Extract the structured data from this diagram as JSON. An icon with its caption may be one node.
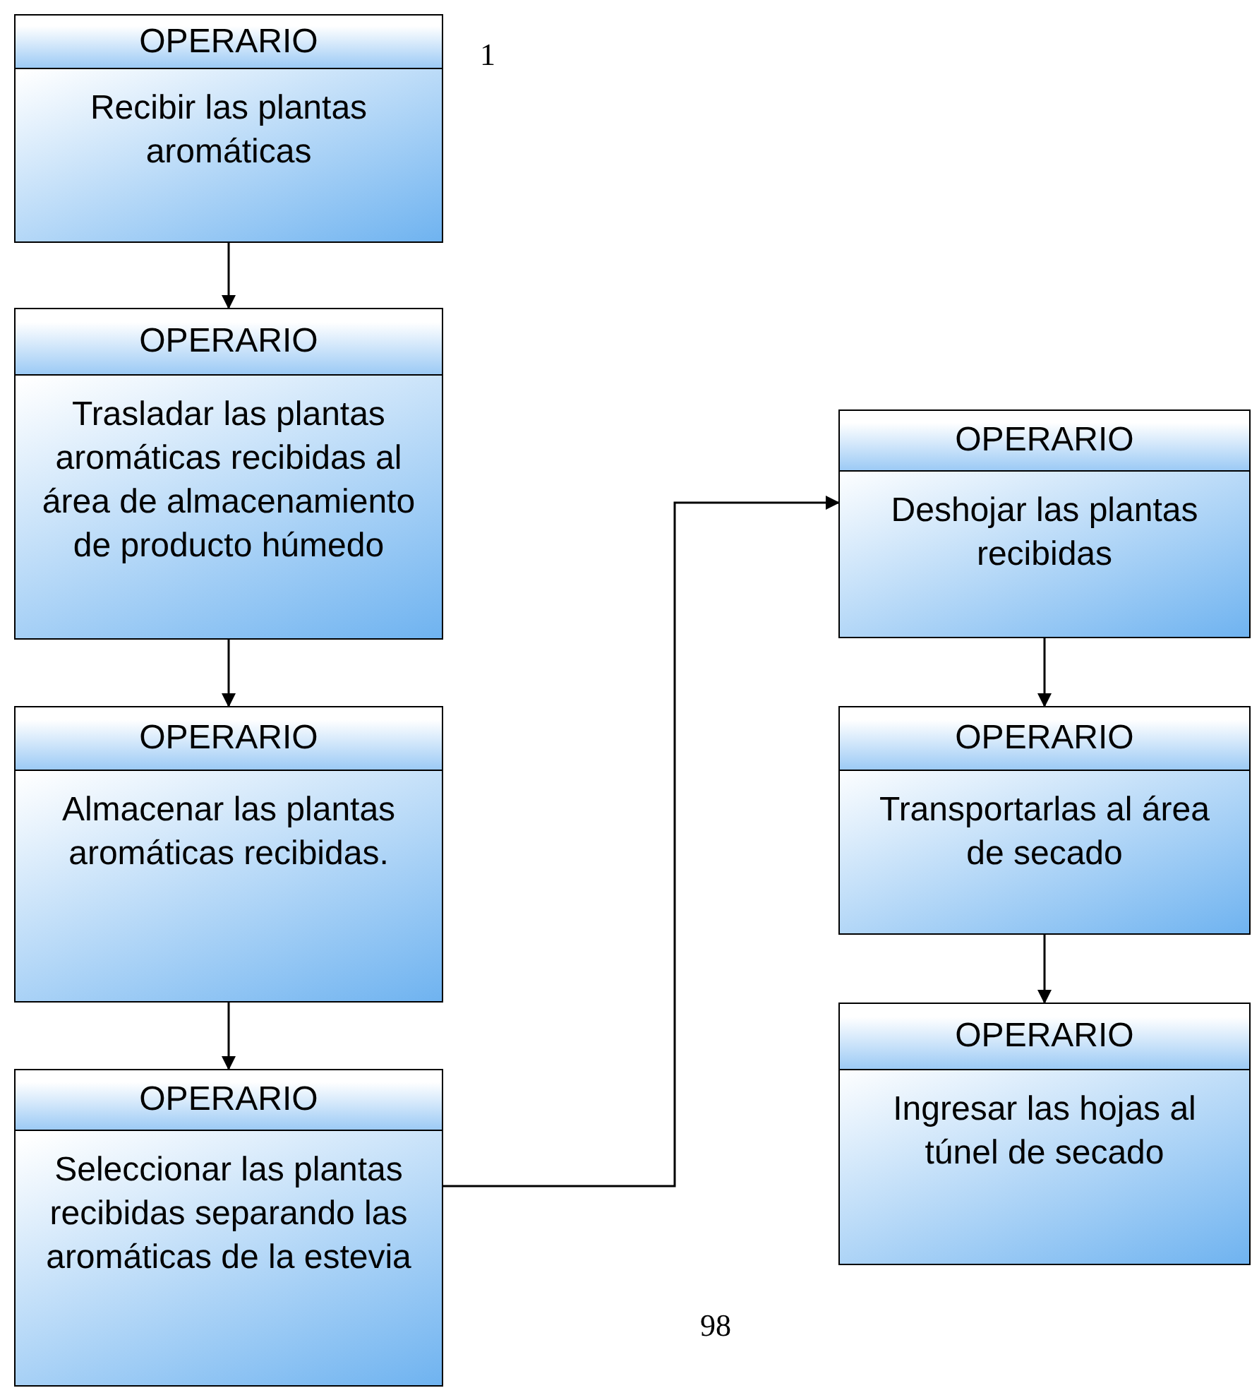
{
  "diagram": {
    "nodes": [
      {
        "text": [
          "OPERARIO",
          "Recibir las plantas aromáticas"
        ]
      },
      {
        "text": [
          "OPERARIO",
          "Trasladar las plantas aromáticas recibidas al área de almacenamiento de producto húmedo"
        ]
      },
      {
        "text": [
          "OPERARIO",
          "Almacenar las plantas aromáticas recibidas."
        ]
      },
      {
        "text": [
          "OPERARIO",
          "Seleccionar las plantas recibidas separando las aromáticas de la estevia"
        ]
      },
      {
        "text": [
          "OPERARIO",
          "Deshojar las plantas recibidas"
        ]
      },
      {
        "text": [
          "OPERARIO",
          "Transportarlas al área de secado"
        ]
      },
      {
        "text": [
          "OPERARIO",
          "Ingresar las hojas al túnel de secado"
        ]
      }
    ],
    "edges": [
      {
        "from": 0,
        "to": 1,
        "arrow": "to"
      },
      {
        "from": 1,
        "to": 2,
        "arrow": "to"
      },
      {
        "from": 2,
        "to": 3,
        "arrow": "to"
      },
      {
        "from": 3,
        "to": 4,
        "arrow": "to"
      },
      {
        "from": 4,
        "to": 5,
        "arrow": "to"
      },
      {
        "from": 5,
        "to": 6,
        "arrow": "to"
      }
    ],
    "labels": [
      "1",
      "98"
    ]
  }
}
